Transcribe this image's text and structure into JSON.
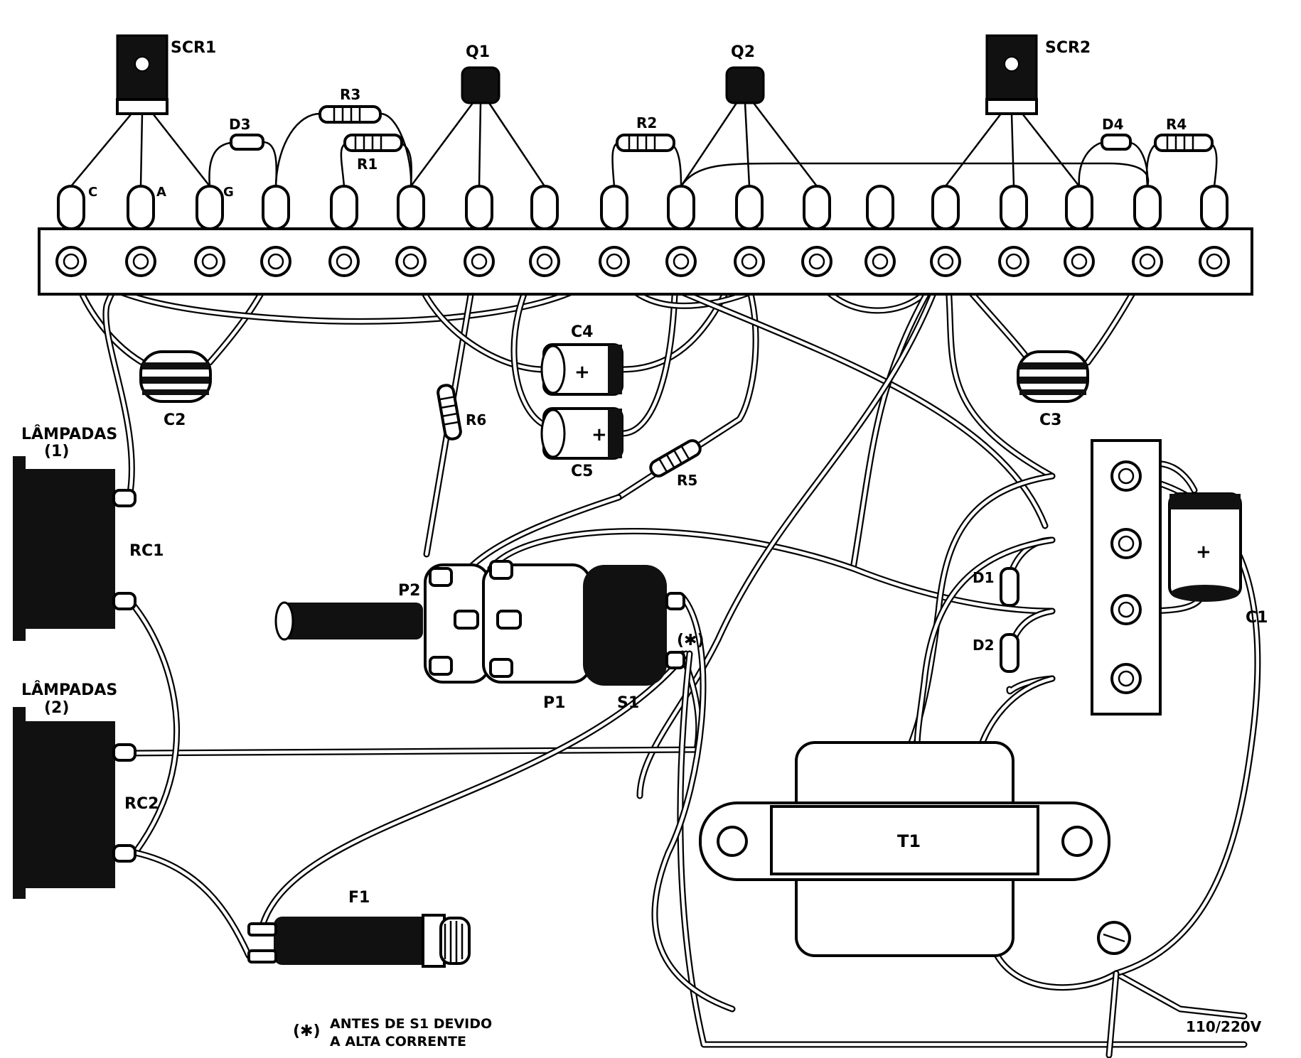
{
  "components": {
    "scr1": "SCR1",
    "scr2": "SCR2",
    "q1": "Q1",
    "q2": "Q2",
    "r1": "R1",
    "r2": "R2",
    "r3": "R3",
    "r4": "R4",
    "r5": "R5",
    "r6": "R6",
    "d1": "D1",
    "d2": "D2",
    "d3": "D3",
    "d4": "D4",
    "c1": "C1",
    "c2": "C2",
    "c3": "C3",
    "c4": "C4",
    "c5": "C5",
    "p1": "P1",
    "p2": "P2",
    "s1": "S1",
    "t1": "T1",
    "f1": "F1",
    "rc1": "RC1",
    "rc2": "RC2"
  },
  "pins": {
    "c": "C",
    "a": "A",
    "g": "G"
  },
  "polarity": "+",
  "lamps1": {
    "line1": "LÂMPADAS",
    "line2": "(1)"
  },
  "lamps2": {
    "line1": "LÂMPADAS",
    "line2": "(2)"
  },
  "asterisk": "(✱)",
  "note": {
    "marker": "(✱)",
    "line1": "ANTES DE S1 DEVIDO",
    "line2": "A ALTA CORRENTE"
  },
  "mains": "110/220V"
}
